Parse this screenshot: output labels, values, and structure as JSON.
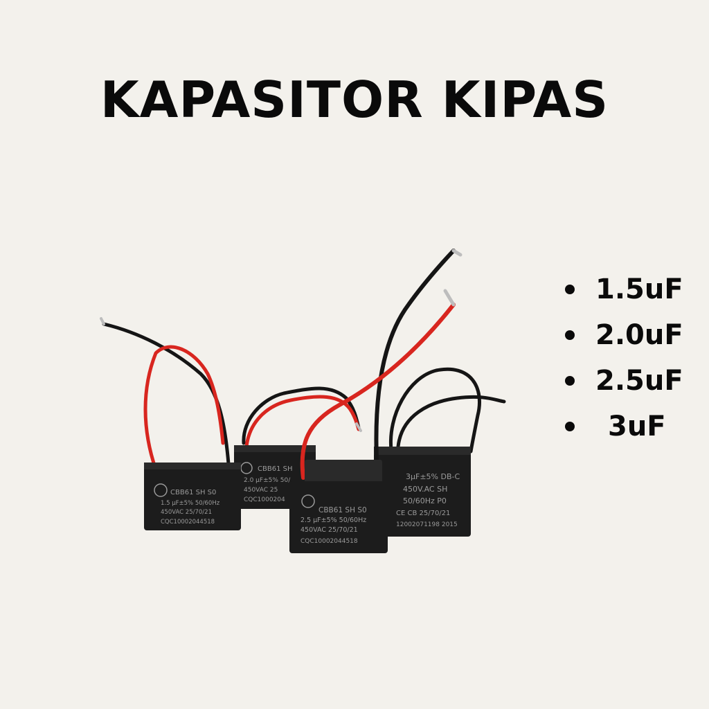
{
  "title": "KAPASITOR KIPAS",
  "capacitor_values": [
    {
      "label": "1.5uF"
    },
    {
      "label": "2.0uF"
    },
    {
      "label": "2.5uF"
    },
    {
      "label": "3uF"
    }
  ],
  "colors": {
    "background": "#f3f1ec",
    "text": "#0a0a0a",
    "capacitor_body": "#1c1c1c",
    "wire_red": "#d8261f",
    "wire_black": "#151515"
  },
  "product_image": {
    "name": "fan-capacitors-photo",
    "capacitors": [
      {
        "lines": [
          "CBB61 SH S0",
          "1.5 μF±5%  50/60Hz",
          "450VAC  25/70/21",
          "CQC10002044518"
        ]
      },
      {
        "lines": [
          "CBB61 SH",
          "2.0 μF±5%  50/",
          "450VAC  25",
          "CQC1000204"
        ]
      },
      {
        "lines": [
          "CBB61 SH S0",
          "2.5 μF±5%  50/60Hz",
          "450VAC  25/70/21",
          "CQC10002044518"
        ]
      },
      {
        "lines": [
          "3μF±5%  DB-C",
          "450V.AC SH",
          "50/60Hz  P0",
          "CE CB 25/70/21",
          "12002071198  2015"
        ]
      }
    ]
  }
}
